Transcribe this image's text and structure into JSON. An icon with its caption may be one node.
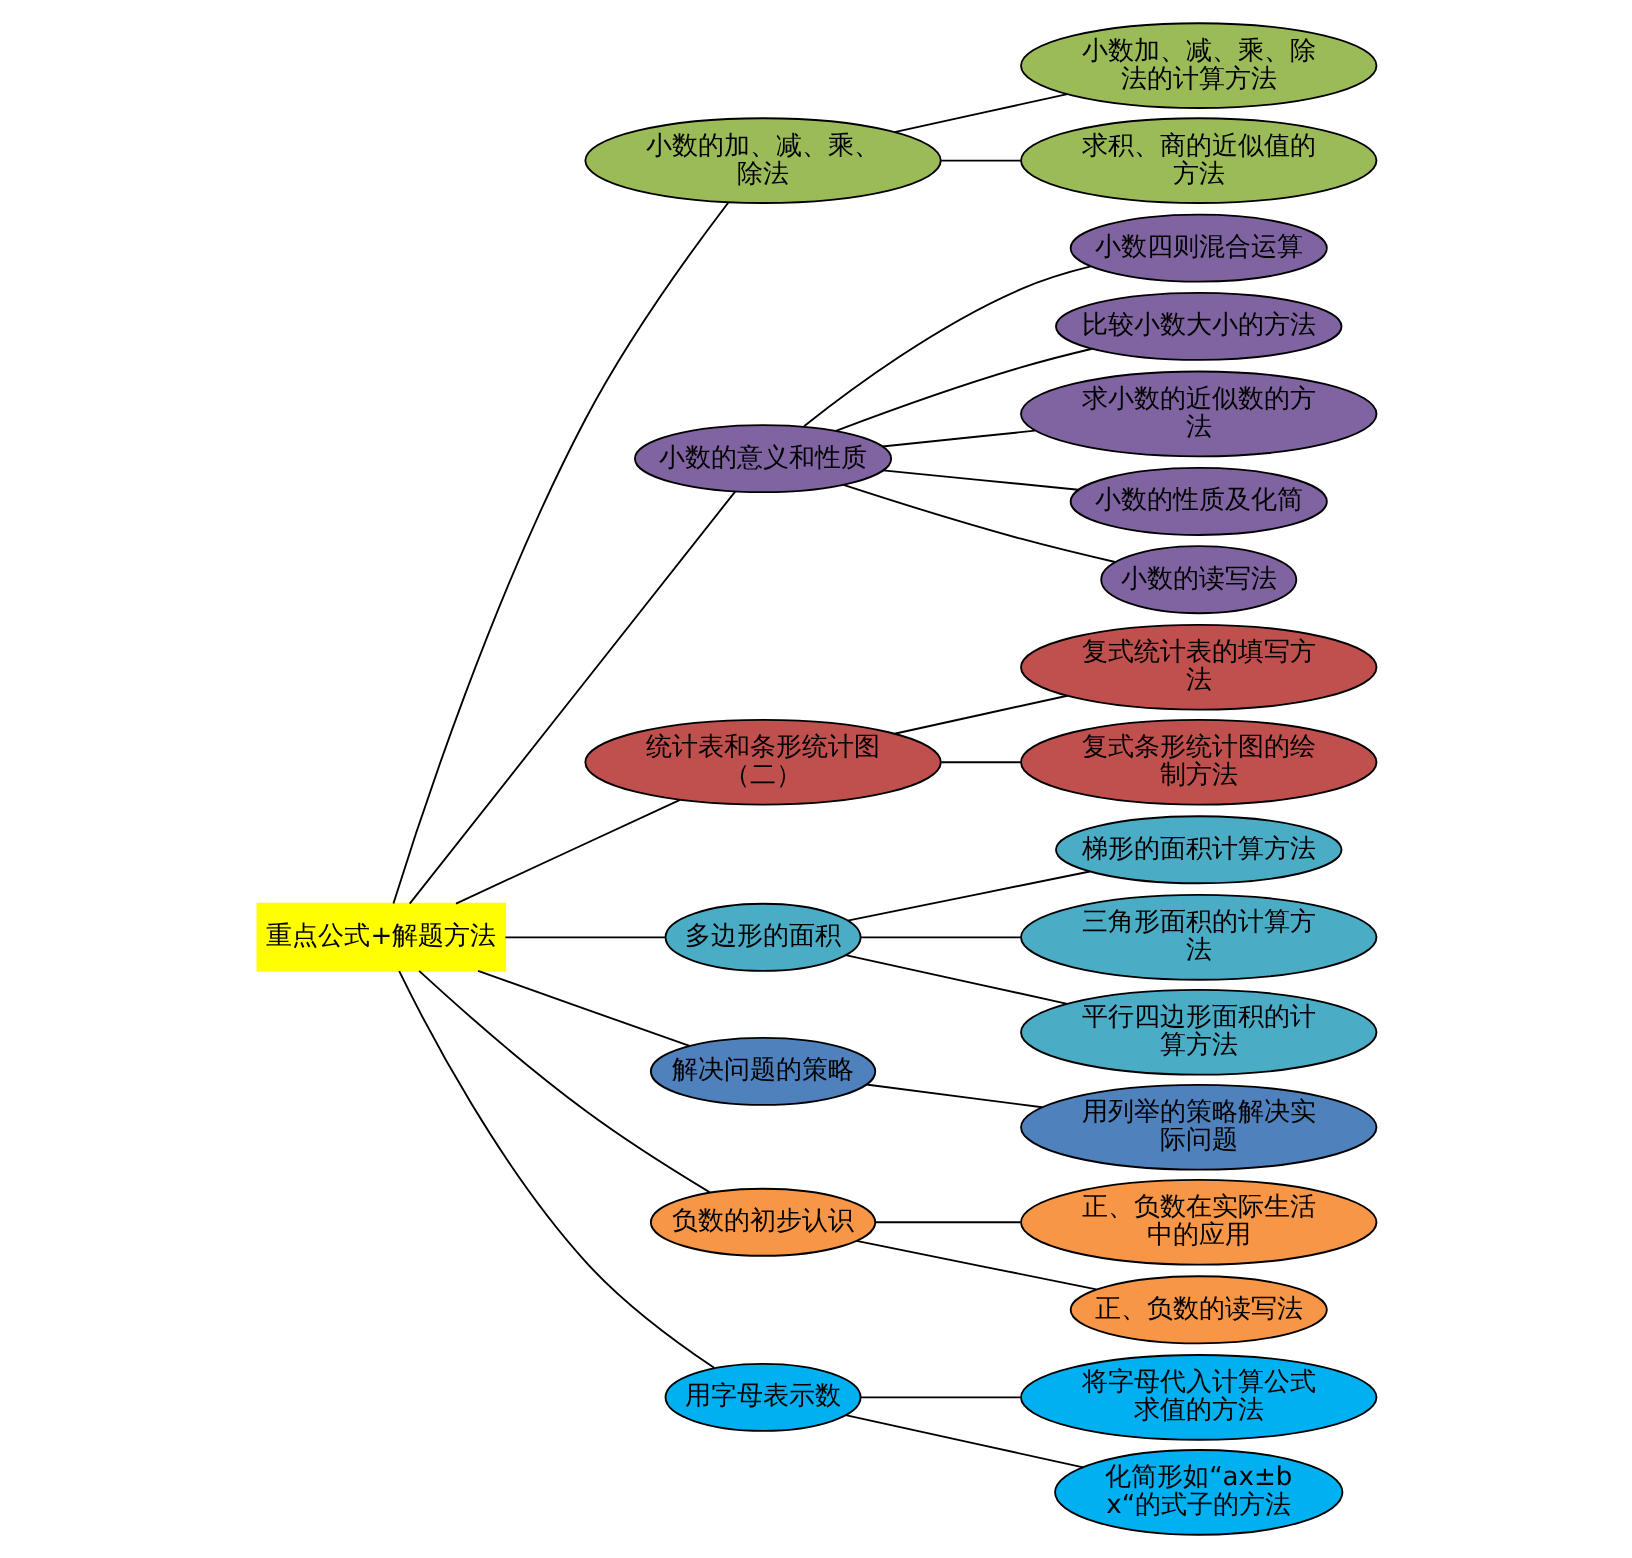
{
  "diagram": {
    "nodes": [
      {
        "text": [
          "小数四则混合运算"
        ]
      },
      {
        "text": [
          "比较小数大小的方法"
        ]
      },
      {
        "text": [
          "求小数的近似数的方法"
        ]
      },
      {
        "text": [
          "小数加、减、乘、除法的计算方法"
        ]
      },
      {
        "text": [
          "复式统计表的填写方法"
        ]
      },
      {
        "text": [
          "梯形的面积计算方法"
        ]
      },
      {
        "text": [
          "小数的性质及化简"
        ]
      },
      {
        "text": [
          "求积、商的近似值的方法"
        ]
      },
      {
        "text": [
          "复式条形统计图的绘制方法"
        ]
      },
      {
        "text": [
          "三角形面积的计算方法"
        ]
      },
      {
        "text": [
          "小数的读写法"
        ]
      },
      {
        "text": [
          "小数的加、减、乘、除法"
        ]
      },
      {
        "text": [
          "用列举的策略解决实际问题"
        ]
      },
      {
        "text": [
          "小数的意义和性质"
        ]
      },
      {
        "text": [
          "统计表和条形统计图（二）"
        ]
      },
      {
        "text": [
          "多边形的面积"
        ]
      },
      {
        "text": [
          "解决问题的策略"
        ]
      },
      {
        "text": [
          "平行四边形面积的计算方法"
        ]
      },
      {
        "text": [
          "将字母代入计算公式求值的方法"
        ]
      },
      {
        "text": [
          "负数的初步认识"
        ]
      },
      {
        "text": [
          "用字母表示数"
        ]
      },
      {
        "text": [
          "正、负数在实际生活中的应用"
        ]
      },
      {
        "text": [
          "正、负数的读写法"
        ]
      },
      {
        "text": [
          "重点公式+解题方法"
        ]
      },
      {
        "text": [
          "化简形如“ax±bx“的式子的方法"
        ]
      }
    ],
    "edges": [
      {
        "from": 23,
        "to": 15,
        "arrow": "none"
      },
      {
        "from": 23,
        "to": 19,
        "arrow": "none"
      },
      {
        "from": 23,
        "to": 13,
        "arrow": "none"
      },
      {
        "from": 23,
        "to": 11,
        "arrow": "none"
      },
      {
        "from": 23,
        "to": 14,
        "arrow": "none"
      },
      {
        "from": 23,
        "to": 16,
        "arrow": "none"
      },
      {
        "from": 23,
        "to": 20,
        "arrow": "none"
      },
      {
        "from": 15,
        "to": 5,
        "arrow": "none"
      },
      {
        "from": 15,
        "to": 9,
        "arrow": "none"
      },
      {
        "from": 15,
        "to": 17,
        "arrow": "none"
      },
      {
        "from": 19,
        "to": 21,
        "arrow": "none"
      },
      {
        "from": 19,
        "to": 22,
        "arrow": "none"
      },
      {
        "from": 13,
        "to": 10,
        "arrow": "none"
      },
      {
        "from": 13,
        "to": 6,
        "arrow": "none"
      },
      {
        "from": 13,
        "to": 1,
        "arrow": "none"
      },
      {
        "from": 13,
        "to": 0,
        "arrow": "none"
      },
      {
        "from": 13,
        "to": 2,
        "arrow": "none"
      },
      {
        "from": 11,
        "to": 7,
        "arrow": "none"
      },
      {
        "from": 11,
        "to": 3,
        "arrow": "none"
      },
      {
        "from": 14,
        "to": 4,
        "arrow": "none"
      },
      {
        "from": 14,
        "to": 8,
        "arrow": "none"
      },
      {
        "from": 16,
        "to": 12,
        "arrow": "none"
      },
      {
        "from": 20,
        "to": 18,
        "arrow": "none"
      },
      {
        "from": 20,
        "to": 24,
        "arrow": "none"
      }
    ]
  }
}
